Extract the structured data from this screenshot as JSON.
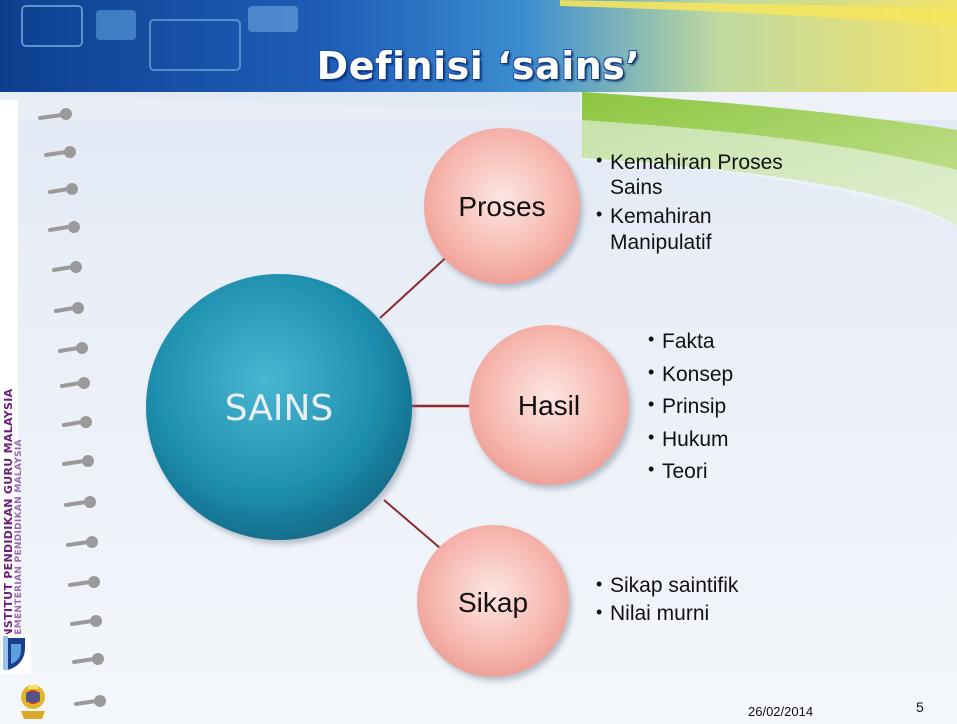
{
  "slide": {
    "title": "Definisi ‘sains’",
    "side_text": {
      "institution": "INSTITUT PENDIDIKAN GURU MALAYSIA",
      "ministry": "KEMENTERIAN PENDIDIKAN MALAYSIA"
    },
    "footer": {
      "date": "26/02/2014",
      "page_number": "5"
    }
  },
  "diagram": {
    "center": {
      "label": "SAINS"
    },
    "branches": [
      {
        "label": "Proses",
        "items": [
          "Kemahiran Proses Sains",
          "Kemahiran Manipulatif"
        ]
      },
      {
        "label": "Hasil",
        "items": [
          "Fakta",
          "Konsep",
          "Prinsip",
          "Hukum",
          "Teori"
        ]
      },
      {
        "label": "Sikap",
        "items": [
          "Sikap saintifik",
          "Nilai murni"
        ]
      }
    ]
  },
  "colors": {
    "title_fill": "#ffffff",
    "title_outline": "#1f4fa8",
    "center_node": "#1e8fae",
    "branch_node": "#f6b3ad",
    "connector": "#8a2b2b",
    "ring_pins": "#8c8c8c",
    "header_green": "#8dc63f",
    "header_yellow": "#f2d94a"
  },
  "icons": [
    "binder-ring-icon",
    "ipg-logo-icon",
    "malaysia-crest-icon"
  ]
}
